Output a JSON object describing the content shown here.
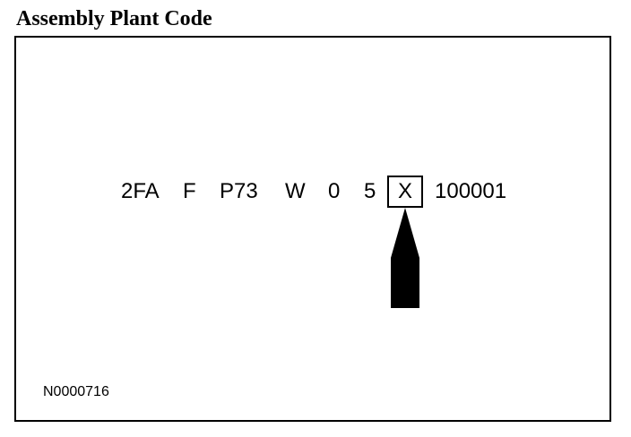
{
  "title": "Assembly Plant Code",
  "vin": {
    "segments": [
      {
        "text": "2FA",
        "highlighted": false
      },
      {
        "text": "F",
        "highlighted": false
      },
      {
        "text": "P73",
        "highlighted": false
      },
      {
        "text": "W",
        "highlighted": false
      },
      {
        "text": "0",
        "highlighted": false
      },
      {
        "text": "5",
        "highlighted": false
      },
      {
        "text": "X",
        "highlighted": true
      },
      {
        "text": "100001",
        "highlighted": false
      }
    ]
  },
  "pointer": {
    "icon": "up-arrow-icon",
    "color": "#000000"
  },
  "figure_id": "N0000716"
}
